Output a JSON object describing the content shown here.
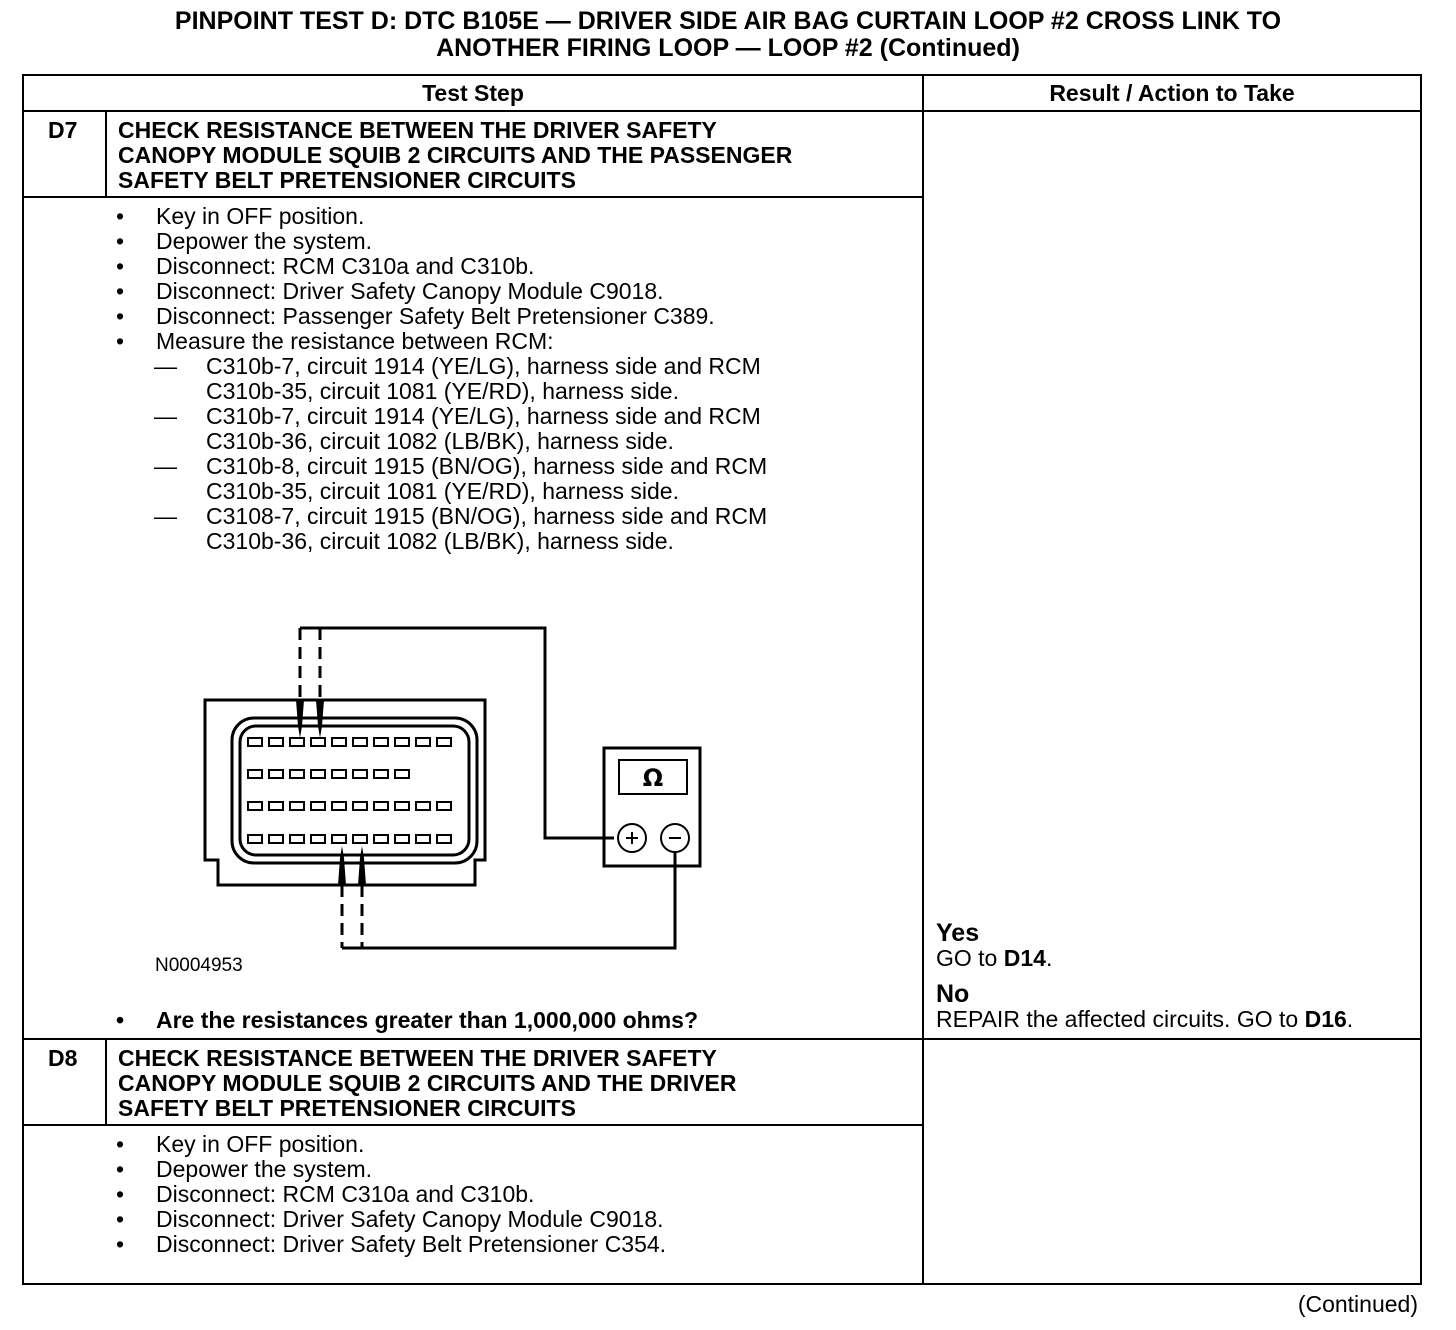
{
  "title": {
    "line1": "PINPOINT TEST D: DTC B105E — DRIVER SIDE AIR BAG CURTAIN LOOP #2 CROSS LINK TO",
    "line2": "ANOTHER FIRING LOOP — LOOP #2 (Continued)"
  },
  "table": {
    "col_test_step": "Test Step",
    "col_result": "Result / Action to Take"
  },
  "d7": {
    "id": "D7",
    "title": [
      "CHECK RESISTANCE BETWEEN THE DRIVER SAFETY",
      "CANOPY MODULE SQUIB 2 CIRCUITS AND THE PASSENGER",
      "SAFETY BELT PRETENSIONER CIRCUITS"
    ],
    "bullets": [
      "Key in OFF position.",
      "Depower the system.",
      "Disconnect: RCM C310a and C310b.",
      "Disconnect: Driver Safety Canopy Module C9018.",
      "Disconnect: Passenger Safety Belt Pretensioner C389.",
      "Measure the resistance between RCM:"
    ],
    "sub": [
      [
        "C310b-7, circuit 1914 (YE/LG), harness side and RCM",
        "C310b-35, circuit 1081 (YE/RD), harness side."
      ],
      [
        "C310b-7, circuit 1914 (YE/LG), harness side and RCM",
        "C310b-36, circuit 1082 (LB/BK), harness side."
      ],
      [
        "C310b-8, circuit 1915 (BN/OG), harness side and RCM",
        "C310b-35, circuit 1081 (YE/RD), harness side."
      ],
      [
        "C3108-7, circuit 1915 (BN/OG), harness side and RCM",
        "C310b-36, circuit 1082 (LB/BK), harness side."
      ]
    ],
    "figure_id": "N0004953",
    "meter_symbol": "Ω",
    "question": "Are the resistances greater than 1,000,000 ohms?",
    "yes_label": "Yes",
    "yes_text": "GO to ",
    "yes_ref": "D14",
    "yes_end": ".",
    "no_label": "No",
    "no_text": "REPAIR the affected circuits. GO to ",
    "no_ref": "D16",
    "no_end": "."
  },
  "d8": {
    "id": "D8",
    "title": [
      "CHECK RESISTANCE BETWEEN THE DRIVER SAFETY",
      "CANOPY MODULE SQUIB 2 CIRCUITS AND THE DRIVER",
      "SAFETY BELT PRETENSIONER CIRCUITS"
    ],
    "bullets": [
      "Key in OFF position.",
      "Depower the system.",
      "Disconnect: RCM C310a and C310b.",
      "Disconnect: Driver Safety Canopy Module C9018.",
      "Disconnect: Driver Safety Belt Pretensioner C354."
    ]
  },
  "footer": {
    "continued": "(Continued)"
  },
  "bullet_char": "•",
  "dash_char": "—"
}
